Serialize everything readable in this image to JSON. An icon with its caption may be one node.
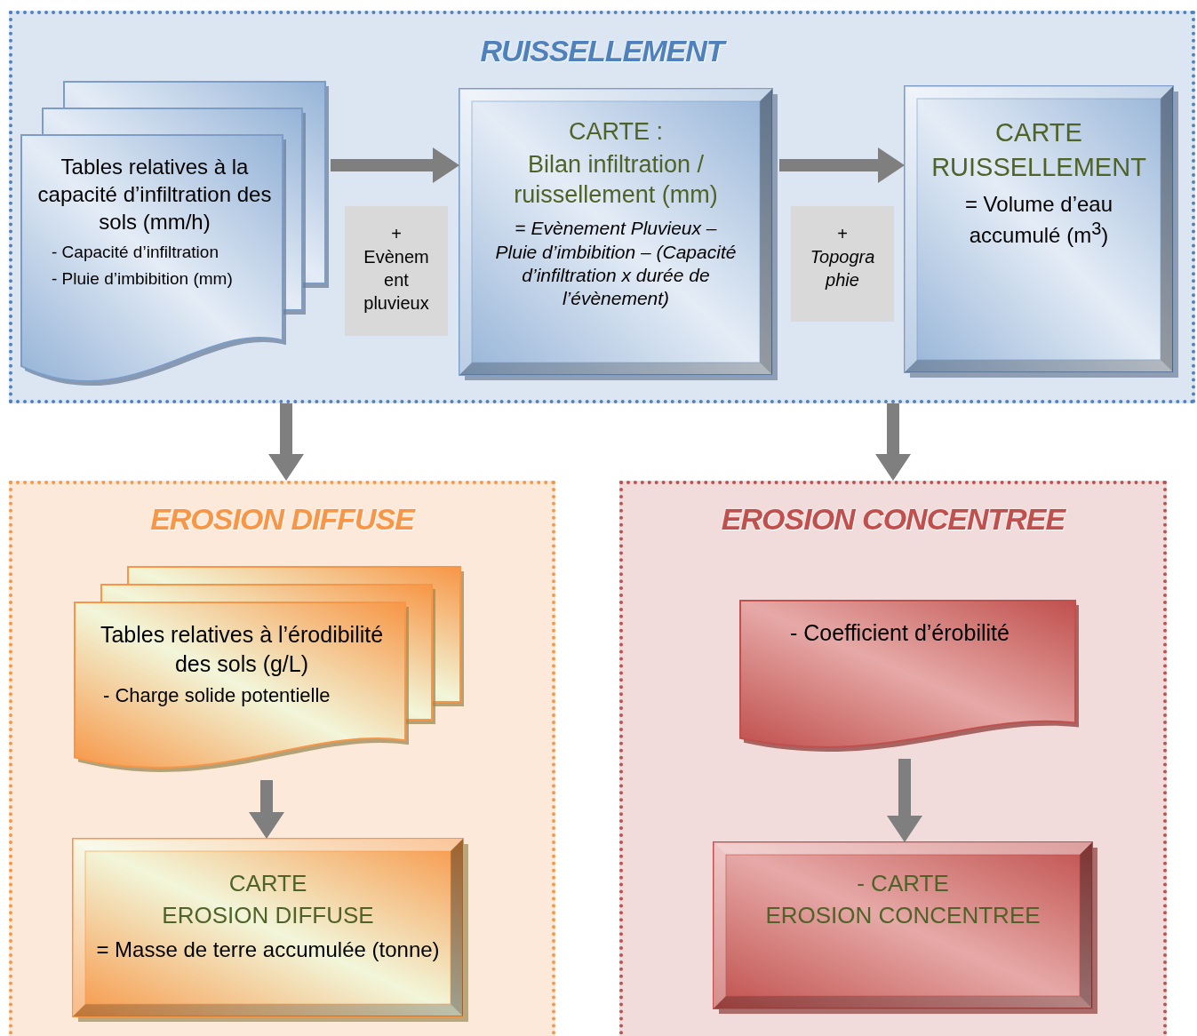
{
  "diagram": {
    "nodes": [
      {
        "text": [
          "RUISSELLEMENT"
        ]
      },
      {
        "text": [
          "Tables relatives à la capacité d’infiltration des sols (mm/h)",
          "- Capacité d’infiltration",
          "- Pluie d’imbibition (mm)"
        ],
        "in": 0
      },
      {
        "text": [
          "+",
          "Evènement pluvieux"
        ],
        "in": 0
      },
      {
        "text": [
          "CARTE :",
          "Bilan infiltration / ruissellement (mm)",
          "= *Evènement Pluvieux – Pluie d’imbibition – (Capacité d’infiltration x durée de l’évènement)*"
        ],
        "in": 0
      },
      {
        "text": [
          "+",
          "Topographie"
        ],
        "in": 0
      },
      {
        "text": [
          "CARTE",
          "RUISSELLEMENT",
          "= Volume d’eau accumulé (m$^{3}$)"
        ],
        "in": 0
      },
      {
        "text": [
          "EROSION DIFFUSE"
        ]
      },
      {
        "text": [
          "Tables relatives à l’érodibilité des sols (g/L)",
          "- Charge solide potentielle"
        ],
        "in": 6
      },
      {
        "text": [
          "CARTE",
          "EROSION DIFFUSE",
          "= Masse de terre accumulée (tonne)"
        ],
        "in": 6
      },
      {
        "text": [
          "EROSION CONCENTREE"
        ]
      },
      {
        "text": [
          "- Coefficient d’érobilité"
        ],
        "in": 9
      },
      {
        "text": [
          "- CARTE",
          "EROSION CONCENTREE"
        ],
        "in": 9
      }
    ],
    "edges": [
      {
        "from": 1,
        "to": 3,
        "arrow": "to"
      },
      {
        "from": 3,
        "to": 5,
        "arrow": "to"
      },
      {
        "from": 0,
        "to": 6,
        "arrow": "to"
      },
      {
        "from": 0,
        "to": 9,
        "arrow": "to"
      },
      {
        "from": 7,
        "to": 8,
        "arrow": "to"
      },
      {
        "from": 10,
        "to": 11,
        "arrow": "to"
      }
    ]
  }
}
